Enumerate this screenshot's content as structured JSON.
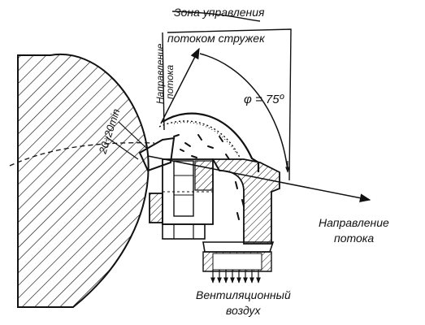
{
  "labels": {
    "zone_line1": "Зона управления",
    "zone_line2": "потоком стружек",
    "flow_dir_top_line1": "Направление",
    "flow_dir_top_line2": "потока",
    "gap": "20÷20min",
    "angle": "φ = 75º",
    "flow_dir_right_line1": "Направление",
    "flow_dir_right_line2": "потока",
    "vent_line1": "Вентиляционный",
    "vent_line2": "воздух"
  },
  "colors": {
    "ink": "#111111",
    "background": "#ffffff"
  }
}
